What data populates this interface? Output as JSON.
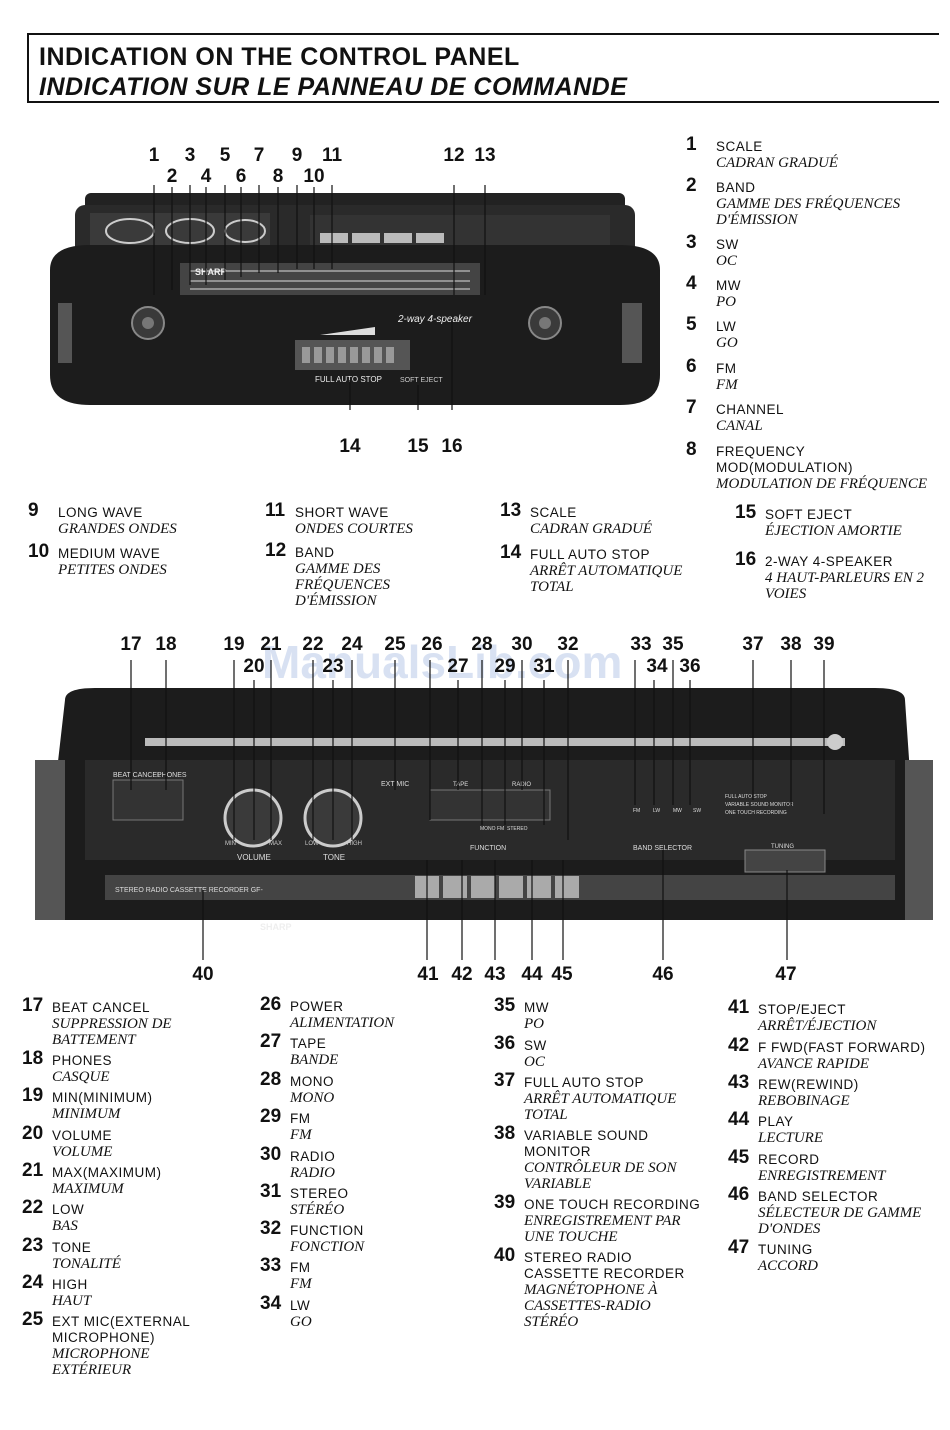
{
  "header": {
    "title_en": "INDICATION ON THE CONTROL PANEL",
    "title_fr": "INDICATION SUR LE PANNEAU DE COMMANDE"
  },
  "watermark": "ManualsLib.com",
  "top_device": {
    "brand": "SHARP",
    "speaker_label": "2-way 4-speaker",
    "full_auto_stop": "FULL AUTO STOP",
    "soft_eject": "SOFT EJECT",
    "callouts_top": [
      "1",
      "2",
      "3",
      "4",
      "5",
      "6",
      "7",
      "8",
      "9",
      "10",
      "11",
      "12",
      "13"
    ],
    "callouts_bottom": [
      "14",
      "15",
      "16"
    ]
  },
  "bottom_device": {
    "brand": "SHARP",
    "beat_cancel": "BEAT CANCEL",
    "phones": "PHONES",
    "volume": "VOLUME",
    "tone": "TONE",
    "min": "MIN",
    "max": "MAX",
    "low": "LOW",
    "high": "HIGH",
    "ext_mic": "EXT MIC",
    "tape": "TAPE",
    "radio": "RADIO",
    "mono_fm": "MONO FM",
    "stereo": "STEREO",
    "function": "FUNCTION",
    "band_selector": "BAND SELECTOR",
    "tuning": "TUNING",
    "fm": "FM",
    "lw": "LW",
    "mw": "MW",
    "sw": "SW",
    "indicator_1": "FULL AUTO STOP",
    "indicator_2": "VARIABLE SOUND MONITOR",
    "indicator_3": "ONE TOUCH RECORDING",
    "nameplate": "STEREO RADIO CASSETTE RECORDER GF-",
    "callouts_top": [
      "17",
      "18",
      "19",
      "20",
      "21",
      "22",
      "23",
      "24",
      "25",
      "26",
      "27",
      "28",
      "29",
      "30",
      "31",
      "32",
      "33",
      "34",
      "35",
      "36",
      "37",
      "38",
      "39"
    ],
    "callouts_bottom": [
      "40",
      "41",
      "42",
      "43",
      "44",
      "45",
      "46",
      "47"
    ]
  },
  "legend": [
    {
      "n": "1",
      "en": "SCALE",
      "fr": "CADRAN GRADUÉ"
    },
    {
      "n": "2",
      "en": "BAND",
      "fr": "GAMME DES FRÉQUENCES D'ÉMISSION"
    },
    {
      "n": "3",
      "en": "SW",
      "fr": "OC"
    },
    {
      "n": "4",
      "en": "MW",
      "fr": "PO"
    },
    {
      "n": "5",
      "en": "LW",
      "fr": "GO"
    },
    {
      "n": "6",
      "en": "FM",
      "fr": "FM"
    },
    {
      "n": "7",
      "en": "CHANNEL",
      "fr": "CANAL"
    },
    {
      "n": "8",
      "en": "FREQUENCY MOD(MODULATION)",
      "fr": "MODULATION DE FRÉQUENCE"
    },
    {
      "n": "9",
      "en": "LONG WAVE",
      "fr": "GRANDES ONDES"
    },
    {
      "n": "10",
      "en": "MEDIUM WAVE",
      "fr": "PETITES ONDES"
    },
    {
      "n": "11",
      "en": "SHORT WAVE",
      "fr": "ONDES COURTES"
    },
    {
      "n": "12",
      "en": "BAND",
      "fr": "GAMME DES FRÉQUENCES D'ÉMISSION"
    },
    {
      "n": "13",
      "en": "SCALE",
      "fr": "CADRAN GRADUÉ"
    },
    {
      "n": "14",
      "en": "FULL AUTO STOP",
      "fr": "ARRÊT AUTOMATIQUE TOTAL"
    },
    {
      "n": "15",
      "en": "SOFT EJECT",
      "fr": "ÉJECTION AMORTIE"
    },
    {
      "n": "16",
      "en": "2-WAY 4-SPEAKER",
      "fr": "4 HAUT-PARLEURS EN 2 VOIES"
    },
    {
      "n": "17",
      "en": "BEAT CANCEL",
      "fr": "SUPPRESSION DE BATTEMENT"
    },
    {
      "n": "18",
      "en": "PHONES",
      "fr": "CASQUE"
    },
    {
      "n": "19",
      "en": "MIN(MINIMUM)",
      "fr": "MINIMUM"
    },
    {
      "n": "20",
      "en": "VOLUME",
      "fr": "VOLUME"
    },
    {
      "n": "21",
      "en": "MAX(MAXIMUM)",
      "fr": "MAXIMUM"
    },
    {
      "n": "22",
      "en": "LOW",
      "fr": "BAS"
    },
    {
      "n": "23",
      "en": "TONE",
      "fr": "TONALITÉ"
    },
    {
      "n": "24",
      "en": "HIGH",
      "fr": "HAUT"
    },
    {
      "n": "25",
      "en": "EXT MIC(EXTERNAL MICROPHONE)",
      "fr": "MICROPHONE EXTÉRIEUR"
    },
    {
      "n": "26",
      "en": "POWER",
      "fr": "ALIMENTATION"
    },
    {
      "n": "27",
      "en": "TAPE",
      "fr": "BANDE"
    },
    {
      "n": "28",
      "en": "MONO",
      "fr": "MONO"
    },
    {
      "n": "29",
      "en": "FM",
      "fr": "FM"
    },
    {
      "n": "30",
      "en": "RADIO",
      "fr": "RADIO"
    },
    {
      "n": "31",
      "en": "STEREO",
      "fr": "STÉRÉO"
    },
    {
      "n": "32",
      "en": "FUNCTION",
      "fr": "FONCTION"
    },
    {
      "n": "33",
      "en": "FM",
      "fr": "FM"
    },
    {
      "n": "34",
      "en": "LW",
      "fr": "GO"
    },
    {
      "n": "35",
      "en": "MW",
      "fr": "PO"
    },
    {
      "n": "36",
      "en": "SW",
      "fr": "OC"
    },
    {
      "n": "37",
      "en": "FULL AUTO STOP",
      "fr": "ARRÊT AUTOMATIQUE TOTAL"
    },
    {
      "n": "38",
      "en": "VARIABLE SOUND MONITOR",
      "fr": "CONTRÔLEUR DE SON VARIABLE"
    },
    {
      "n": "39",
      "en": "ONE TOUCH RECORDING",
      "fr": "ENREGISTREMENT PAR UNE TOUCHE"
    },
    {
      "n": "40",
      "en": "STEREO RADIO CASSETTE RECORDER",
      "fr": "MAGNÉTOPHONE À CASSETTES-RADIO STÉRÉO"
    },
    {
      "n": "41",
      "en": "STOP/EJECT",
      "fr": "ARRÊT/ÉJECTION"
    },
    {
      "n": "42",
      "en": "F FWD(FAST FORWARD)",
      "fr": "AVANCE RAPIDE"
    },
    {
      "n": "43",
      "en": "REW(REWIND)",
      "fr": "REBOBINAGE"
    },
    {
      "n": "44",
      "en": "PLAY",
      "fr": "LECTURE"
    },
    {
      "n": "45",
      "en": "RECORD",
      "fr": "ENREGISTREMENT"
    },
    {
      "n": "46",
      "en": "BAND SELECTOR",
      "fr": "SÉLECTEUR DE GAMME D'ONDES"
    },
    {
      "n": "47",
      "en": "TUNING",
      "fr": "ACCORD"
    }
  ]
}
